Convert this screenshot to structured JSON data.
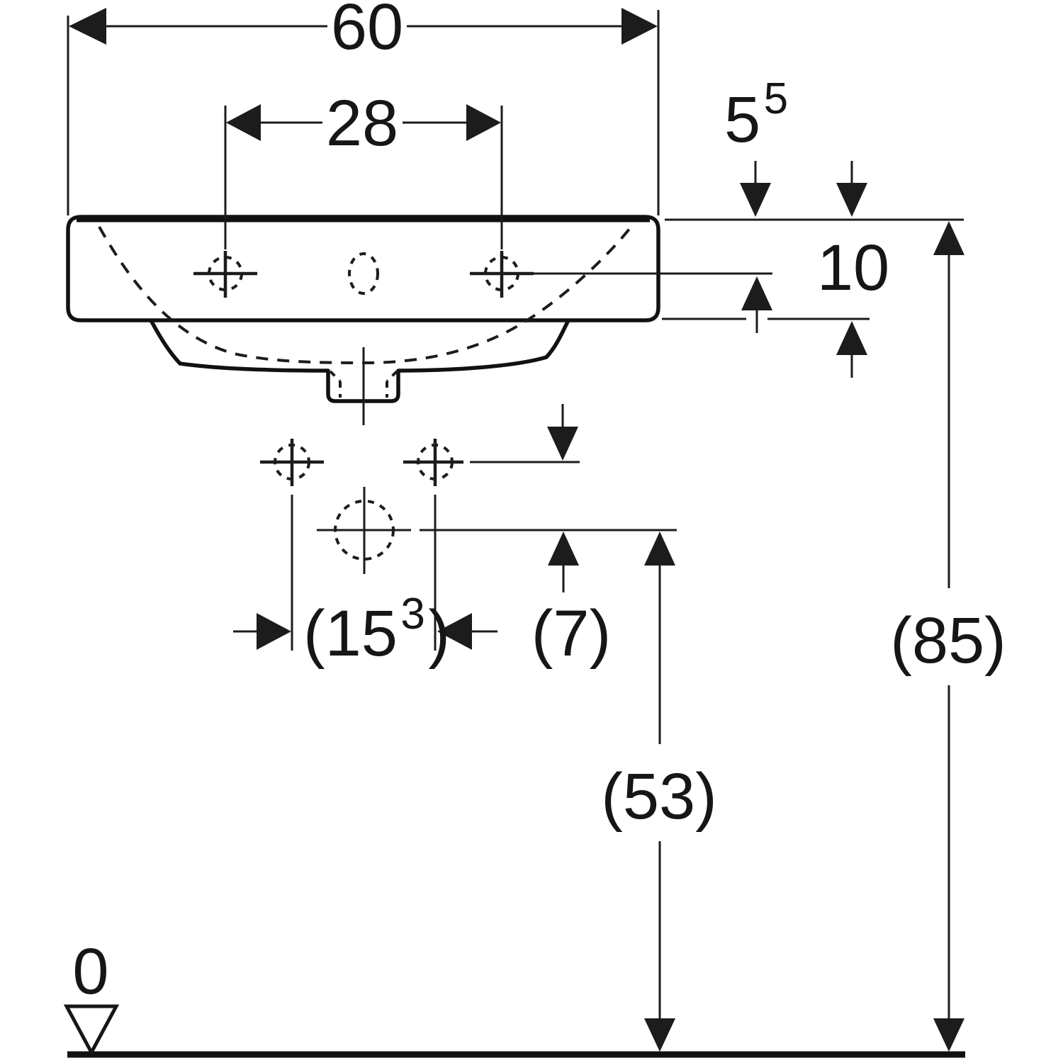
{
  "colors": {
    "ink": "#1c1c1c",
    "background": "#ffffff"
  },
  "dim": {
    "overall_width": "60",
    "taphole_spacing": "28",
    "top_to_taphole_main": "5",
    "top_to_taphole_sup": "5",
    "apron_height": "10",
    "fixing_spacing_open": "(15",
    "fixing_spacing_sup": "3",
    "fixing_spacing_close": ")",
    "drain_offset": "(7)",
    "trap_height": "(53)",
    "install_height": "(85)",
    "floor_datum": "0"
  }
}
